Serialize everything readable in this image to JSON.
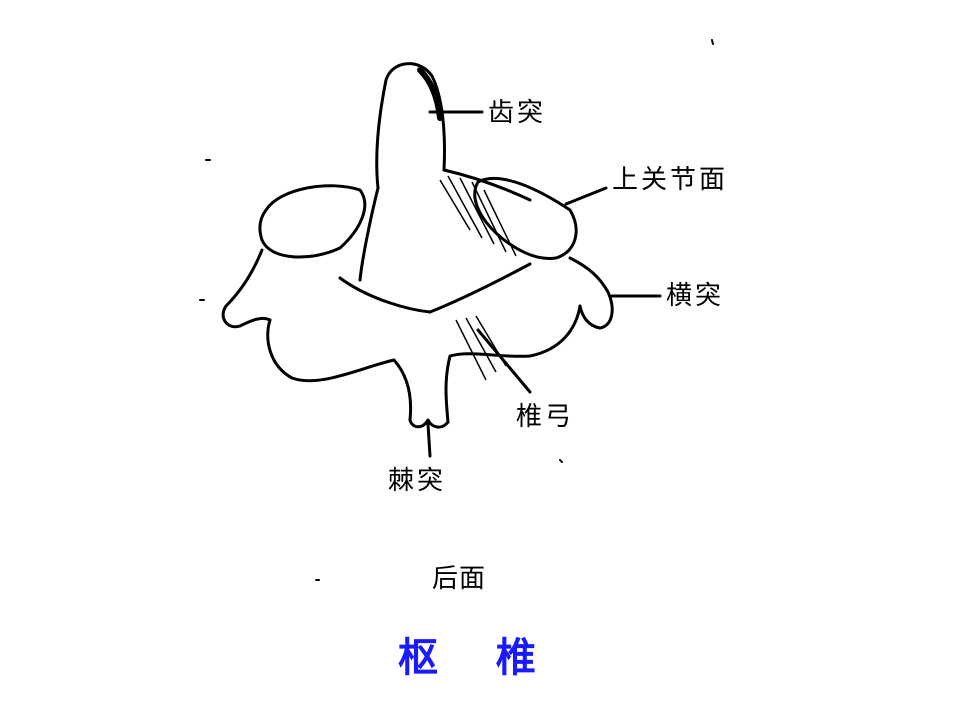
{
  "labels": {
    "dens": "齿突",
    "superior_articular_surface": "上关节面",
    "transverse_process": "横突",
    "vertebral_arch": "椎弓",
    "spinous_process": "棘突"
  },
  "view": "后面",
  "title": "枢 椎",
  "colors": {
    "title": "#1a1aff",
    "ink": "#000000",
    "background": "#ffffff"
  }
}
